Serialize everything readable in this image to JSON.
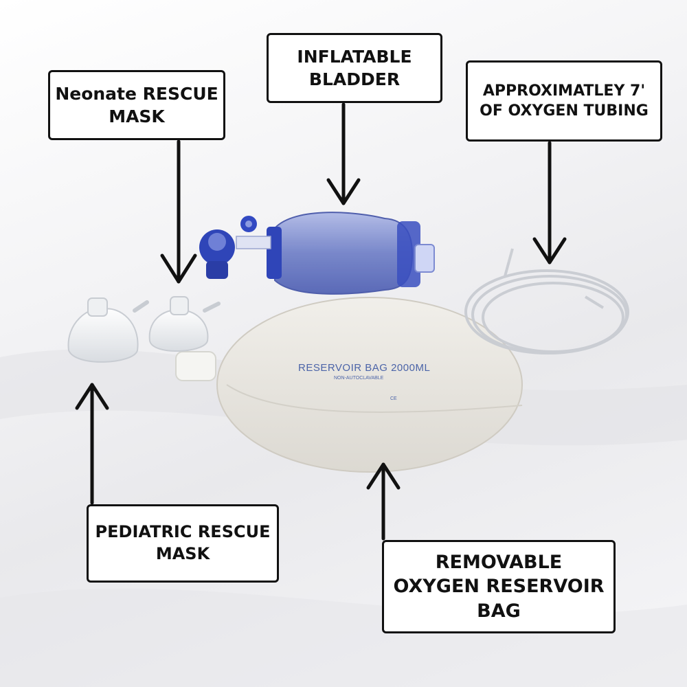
{
  "labels": {
    "neonate": {
      "lines": [
        "Neonate RESCUE",
        "MASK"
      ]
    },
    "bladder": {
      "lines": [
        "INFLATABLE",
        "BLADDER"
      ]
    },
    "tubing": {
      "lines": [
        "APPROXIMATLEY 7'",
        "OF OXYGEN TUBING"
      ]
    },
    "pediatric": {
      "lines": [
        "PEDIATRIC RESCUE",
        "MASK"
      ]
    },
    "reservoir": {
      "lines": [
        "REMOVABLE",
        "OXYGEN RESERVOIR",
        "BAG"
      ]
    }
  },
  "product_print": {
    "bag_title": "RESERVOIR BAG  2000ML",
    "bag_subtitle": "NON-AUTOCLAVABLE",
    "bag_mark": "CE"
  },
  "colors": {
    "label_border": "#111111",
    "arrow": "#111111",
    "bag_fill": "#e8e6e1",
    "bladder_fill": "#6f7fc7",
    "valve_fill": "#2f45b8"
  },
  "icons": {
    "arrow_down": "arrow-down-icon",
    "arrow_up": "arrow-up-icon"
  }
}
